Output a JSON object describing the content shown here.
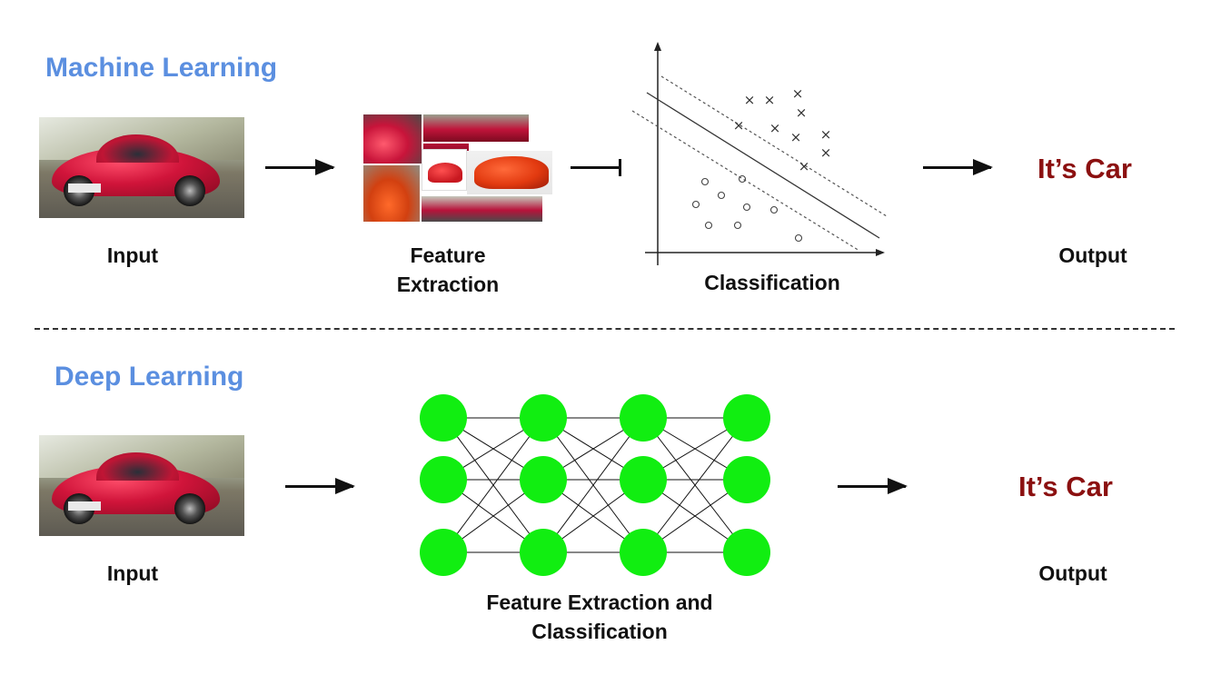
{
  "machine_learning": {
    "title": "Machine Learning",
    "input_label": "Input",
    "feature_label_line1": "Feature",
    "feature_label_line2": "Extraction",
    "classification_label": "Classification",
    "result": "It’s Car",
    "output_label": "Output"
  },
  "deep_learning": {
    "title": "Deep Learning",
    "input_label": "Input",
    "nn_label_line1": "Feature Extraction and",
    "nn_label_line2": "Classification",
    "result": "It’s Car",
    "output_label": "Output"
  },
  "colors": {
    "section_title": "#5b8fe0",
    "result_text": "#8b1010",
    "neuron_fill": "#11ee11",
    "car_red": "#d0143a"
  },
  "scatter_markers": {
    "cross": "×",
    "circle": "○"
  },
  "network_layers": [
    3,
    3,
    3,
    3
  ]
}
